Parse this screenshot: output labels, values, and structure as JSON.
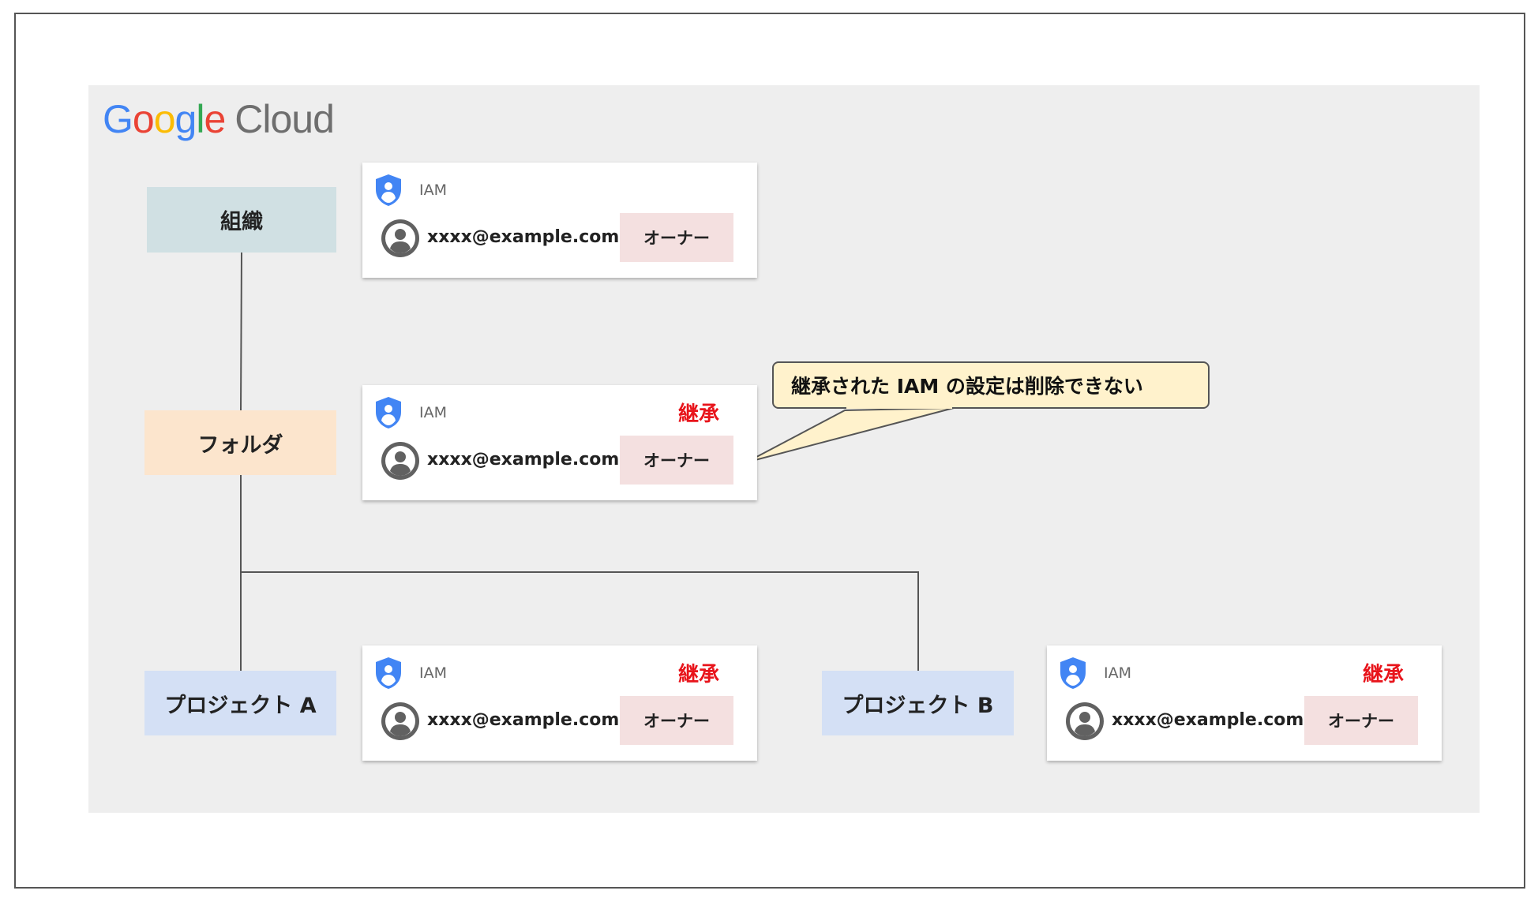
{
  "logo": {
    "google": [
      "G",
      "o",
      "o",
      "g",
      "l",
      "e"
    ],
    "cloud": "Cloud"
  },
  "nodes": {
    "organization": "組織",
    "folder": "フォルダ",
    "project_a": "プロジェクト A",
    "project_b": "プロジェクト B"
  },
  "cards": [
    {
      "iam_label": "IAM",
      "email": "xxxx@example.com",
      "role": "オーナー",
      "inherited": ""
    },
    {
      "iam_label": "IAM",
      "email": "xxxx@example.com",
      "role": "オーナー",
      "inherited": "継承"
    },
    {
      "iam_label": "IAM",
      "email": "xxxx@example.com",
      "role": "オーナー",
      "inherited": "継承"
    },
    {
      "iam_label": "IAM",
      "email": "xxxx@example.com",
      "role": "オーナー",
      "inherited": "継承"
    }
  ],
  "callout": {
    "text": "継承された IAM の設定は削除できない"
  },
  "colors": {
    "google_blue": "#4285F4",
    "google_red": "#EA4335",
    "google_yellow": "#FBBC05",
    "google_green": "#34A853",
    "org_bg": "#d0e0e3",
    "folder_bg": "#fce5cd",
    "project_bg": "#d4e0f5",
    "role_bg": "#f4e0e0",
    "inherit_text": "#e8141b",
    "callout_bg": "#fff2cc",
    "panel_bg": "#eeeeee"
  },
  "icons": {
    "iam": "shield-person-icon",
    "member": "account-circle-icon"
  }
}
